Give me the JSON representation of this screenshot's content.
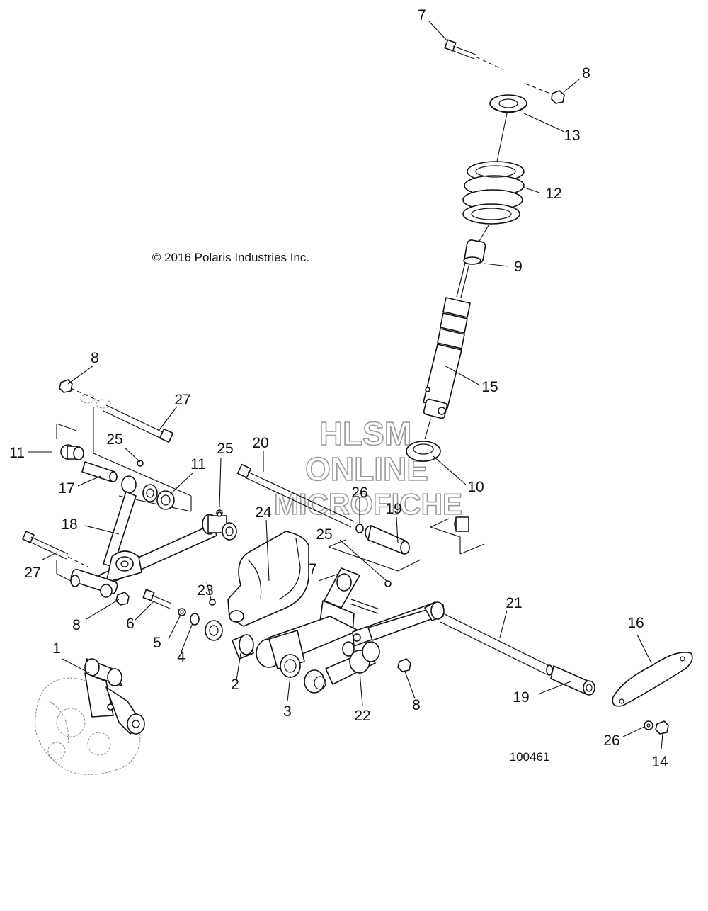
{
  "copyright": "© 2016 Polaris Industries Inc.",
  "watermark": {
    "line1": "HLSM",
    "line2": "ONLINE",
    "line3": "MICROFICHE"
  },
  "diagram_id": "100461",
  "callouts": {
    "c1": "1",
    "c2": "2",
    "c3": "3",
    "c4": "4",
    "c5": "5",
    "c6": "6",
    "c7_top": "7",
    "c7_mid": "7",
    "c8_top": "8",
    "c8_left": "8",
    "c8_lower_left": "8",
    "c8_lower_right": "8",
    "c9": "9",
    "c10": "10",
    "c11_left": "11",
    "c11_right": "11",
    "c12": "12",
    "c13": "13",
    "c14": "14",
    "c15": "15",
    "c16": "16",
    "c17": "17",
    "c18": "18",
    "c19_mid": "19",
    "c19_right": "19",
    "c20": "20",
    "c21": "21",
    "c22": "22",
    "c23": "23",
    "c24": "24",
    "c25_left": "25",
    "c25_mid": "25",
    "c25_center": "25",
    "c26_mid": "26",
    "c26_right": "26",
    "c27_top": "27",
    "c27_left": "27"
  }
}
